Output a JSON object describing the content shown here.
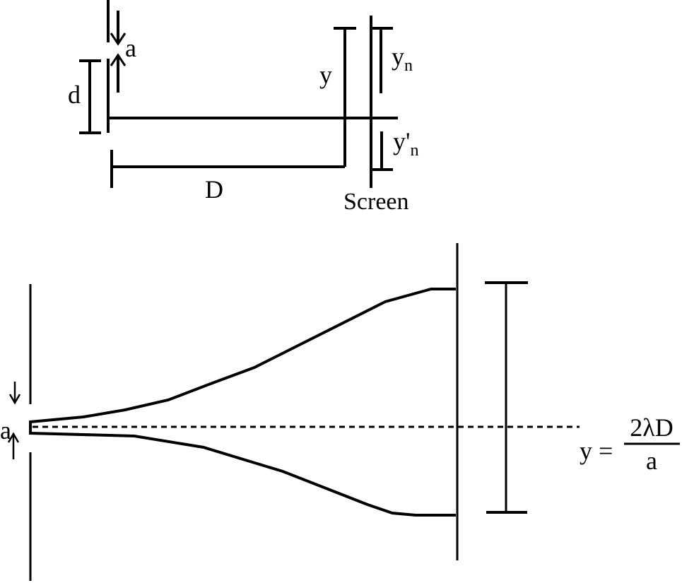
{
  "top_diagram": {
    "slit_width_label": "a",
    "slit_separation_label": "d",
    "distance_label": "D",
    "position_label": "y",
    "upper_fringe_label": "y",
    "upper_fringe_sub": "n",
    "lower_fringe_label": "y'",
    "lower_fringe_sub": "n",
    "screen_label": "Screen"
  },
  "bottom_diagram": {
    "slit_label": "a",
    "formula_lhs": "y =",
    "formula_numerator": "2λD",
    "formula_denominator": "a"
  },
  "colors": {
    "stroke": "#000000",
    "background": "#ffffff"
  }
}
